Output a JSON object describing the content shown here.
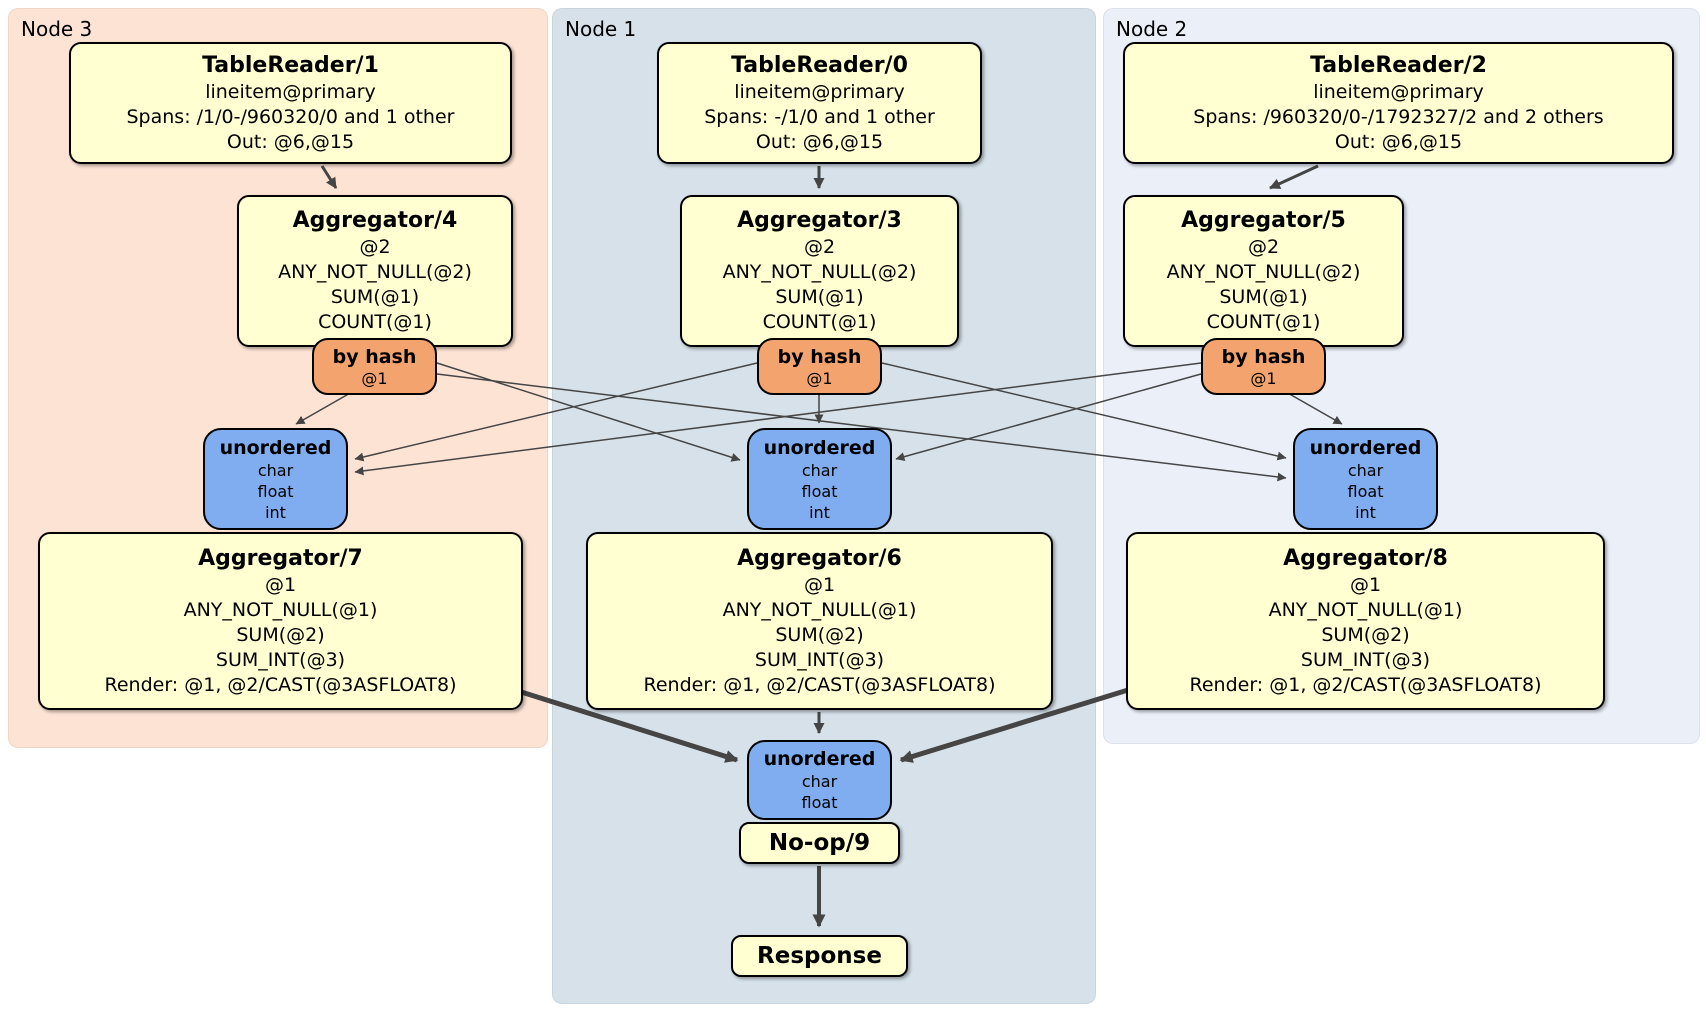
{
  "nodes": {
    "node3": {
      "label": "Node 3"
    },
    "node1": {
      "label": "Node 1"
    },
    "node2": {
      "label": "Node 2"
    }
  },
  "processors": {
    "tr1": {
      "title": "TableReader/1",
      "index": "lineitem@primary",
      "spans": "Spans: /1/0-/960320/0 and 1 other",
      "out": "Out: @6,@15"
    },
    "tr0": {
      "title": "TableReader/0",
      "index": "lineitem@primary",
      "spans": "Spans: -/1/0 and 1 other",
      "out": "Out: @6,@15"
    },
    "tr2": {
      "title": "TableReader/2",
      "index": "lineitem@primary",
      "spans": "Spans: /960320/0-/1792327/2 and 2 others",
      "out": "Out: @6,@15"
    },
    "agg4": {
      "title": "Aggregator/4",
      "group": "@2",
      "fn1": "ANY_NOT_NULL(@2)",
      "fn2": "SUM(@1)",
      "fn3": "COUNT(@1)"
    },
    "agg3": {
      "title": "Aggregator/3",
      "group": "@2",
      "fn1": "ANY_NOT_NULL(@2)",
      "fn2": "SUM(@1)",
      "fn3": "COUNT(@1)"
    },
    "agg5": {
      "title": "Aggregator/5",
      "group": "@2",
      "fn1": "ANY_NOT_NULL(@2)",
      "fn2": "SUM(@1)",
      "fn3": "COUNT(@1)"
    },
    "agg7": {
      "title": "Aggregator/7",
      "group": "@1",
      "fn1": "ANY_NOT_NULL(@1)",
      "fn2": "SUM(@2)",
      "fn3": "SUM_INT(@3)",
      "render": "Render: @1, @2/CAST(@3ASFLOAT8)"
    },
    "agg6": {
      "title": "Aggregator/6",
      "group": "@1",
      "fn1": "ANY_NOT_NULL(@1)",
      "fn2": "SUM(@2)",
      "fn3": "SUM_INT(@3)",
      "render": "Render: @1, @2/CAST(@3ASFLOAT8)"
    },
    "agg8": {
      "title": "Aggregator/8",
      "group": "@1",
      "fn1": "ANY_NOT_NULL(@1)",
      "fn2": "SUM(@2)",
      "fn3": "SUM_INT(@3)",
      "render": "Render: @1, @2/CAST(@3ASFLOAT8)"
    },
    "noop": {
      "title": "No-op/9"
    },
    "response": {
      "title": "Response"
    }
  },
  "routers": {
    "bh3": {
      "label": "by hash",
      "key": "@1"
    },
    "bh1": {
      "label": "by hash",
      "key": "@1"
    },
    "bh2": {
      "label": "by hash",
      "key": "@1"
    }
  },
  "syncs": {
    "un3": {
      "label": "unordered",
      "t1": "char",
      "t2": "float",
      "t3": "int"
    },
    "un1": {
      "label": "unordered",
      "t1": "char",
      "t2": "float",
      "t3": "int"
    },
    "un2": {
      "label": "unordered",
      "t1": "char",
      "t2": "float",
      "t3": "int"
    },
    "unmid": {
      "label": "unordered",
      "t1": "char",
      "t2": "float"
    }
  },
  "colors": {
    "processor_fill": "#FFFFD2",
    "router_fill": "#F3A46E",
    "sync_fill": "#7FADF0",
    "node3_bg": "#FCE3D4",
    "node1_bg": "#D6E1E9",
    "node2_bg": "#EAEFF8",
    "edge_color": "#454545"
  }
}
